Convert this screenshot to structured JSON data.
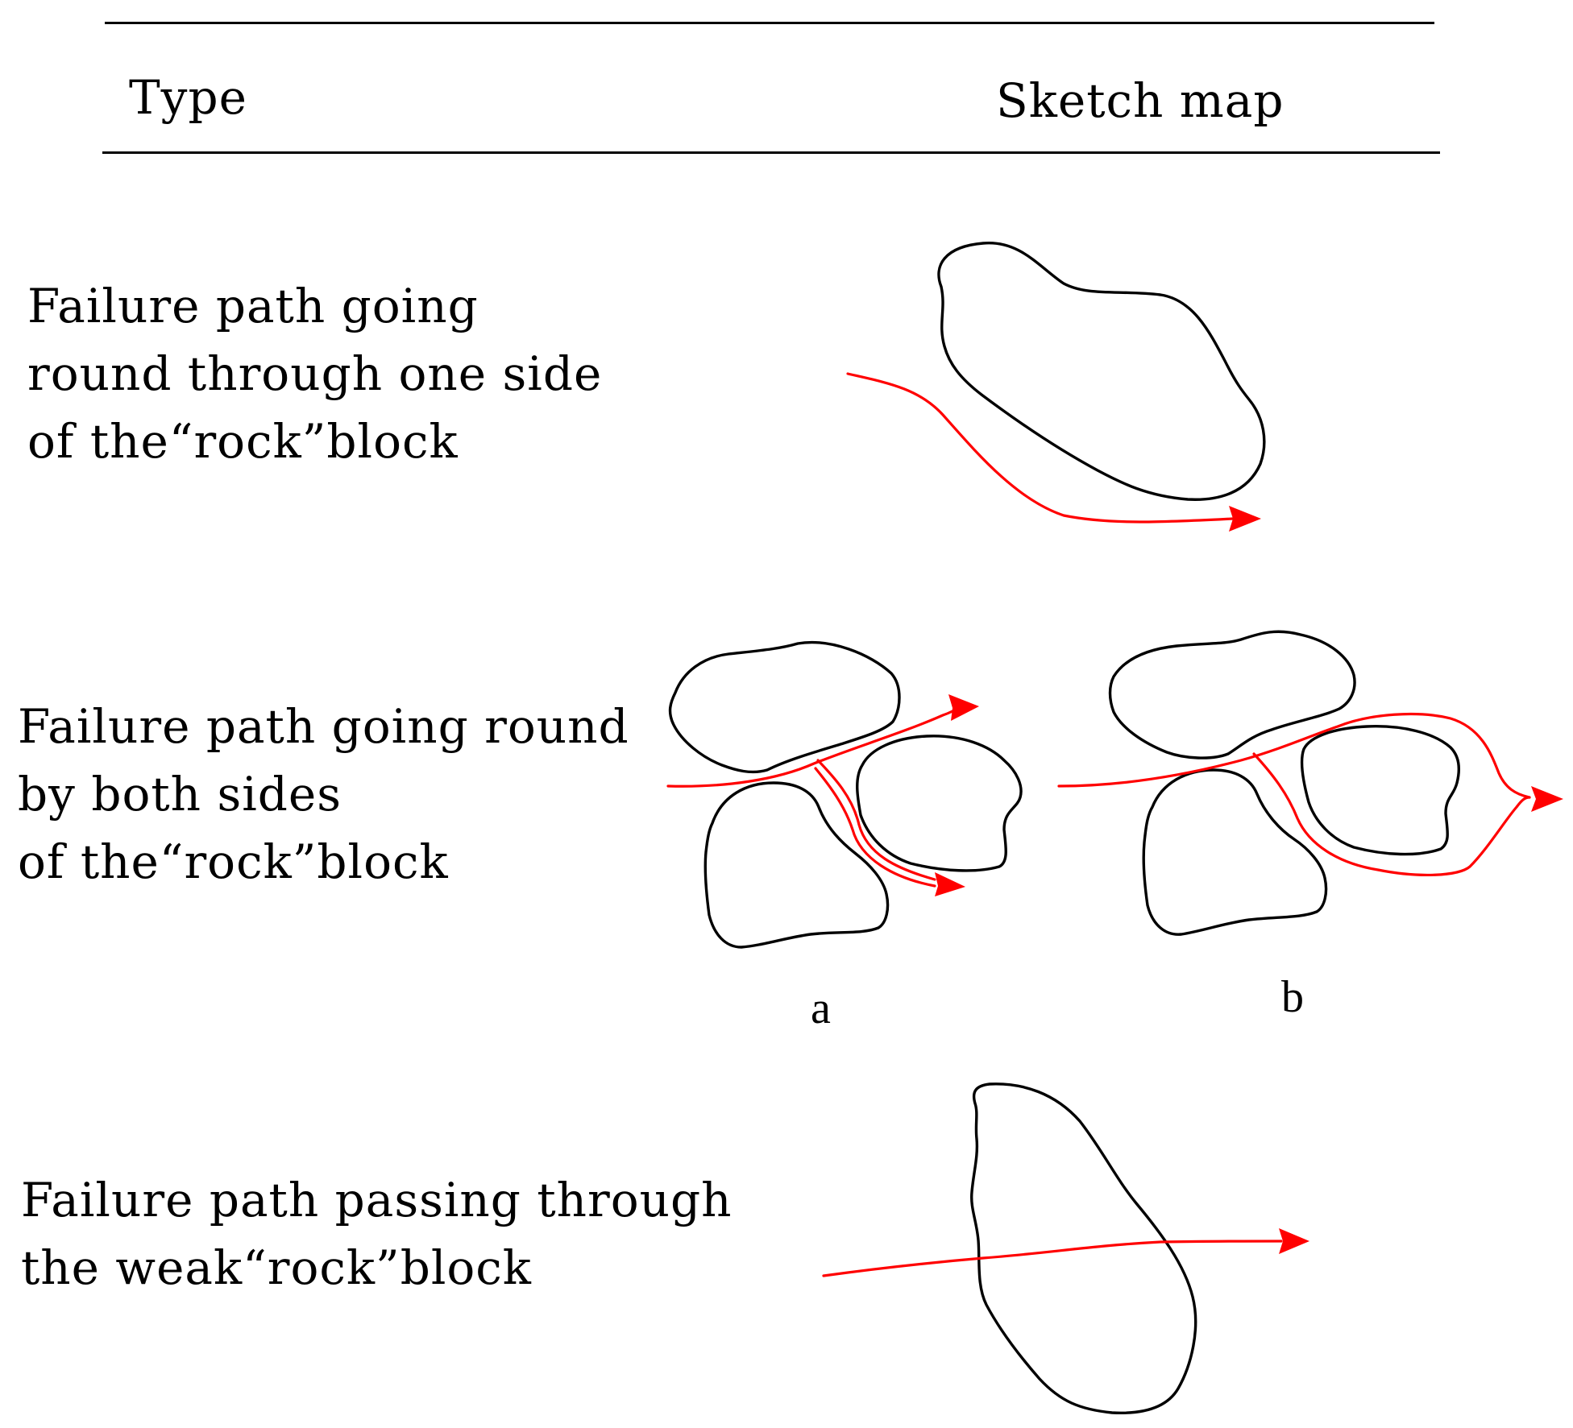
{
  "table": {
    "header": {
      "type": "Type",
      "sketch": "Sketch map"
    },
    "rows": [
      {
        "type_lines": [
          "Failure path going",
          "round through one side",
          "of the“rock”block"
        ]
      },
      {
        "type_lines": [
          "Failure path going round",
          "by both sides",
          "of the“rock”block"
        ],
        "sketch_labels": [
          "a",
          "b"
        ]
      },
      {
        "type_lines": [
          "Failure path passing through",
          "the weak“rock”block"
        ]
      }
    ]
  },
  "colors": {
    "line": "#000000",
    "failure_path": "#ff0000",
    "background": "#ffffff"
  }
}
